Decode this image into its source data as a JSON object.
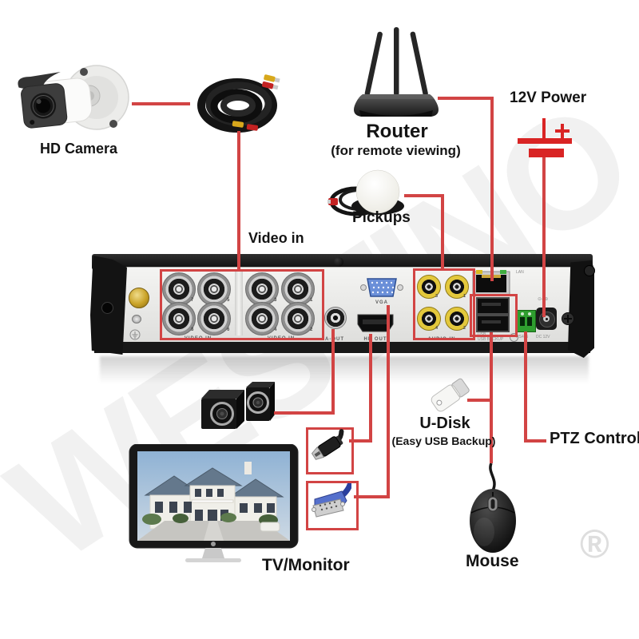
{
  "watermark": {
    "text": "WESTINO",
    "registered": "®"
  },
  "labels": {
    "camera": "HD Camera",
    "video_in": "Video in",
    "router": "Router",
    "router_sub": "(for remote viewing)",
    "power": "12V Power",
    "pickups": "Pickups",
    "tv": "TV/Monitor",
    "udisk": "U-Disk",
    "udisk_sub": "(Easy USB Backup)",
    "ptz": "PTZ Control",
    "mouse": "Mouse"
  },
  "dvr_panel": {
    "video_in_left": "VIDEO IN",
    "video_in_right": "VIDEO IN",
    "bnc_left": [
      "7",
      "5",
      "8",
      "6"
    ],
    "bnc_right": [
      "3",
      "1",
      "4",
      "2"
    ],
    "a_out": "A-OUT",
    "vga": "VGA",
    "hd_out": "HD OUT",
    "audio_in": "AUDIO IN",
    "audio_nums": [
      "3",
      "1",
      "4",
      "2"
    ],
    "lan": "LAN",
    "usb_caption_1": "USB",
    "usb_caption_2": "USB BACKUP",
    "rs485": "RS485",
    "dc12v": "DC 12V",
    "dc_polarity": "⊖–⊕"
  },
  "colors": {
    "connection_line": "#d24444",
    "power_symbol": "#d92424",
    "highlight_box": "#d24444",
    "vga_blue": "#6a8fd8",
    "audio_yellow": "#e3c83c",
    "rs485_green": "#2f9e2f"
  }
}
